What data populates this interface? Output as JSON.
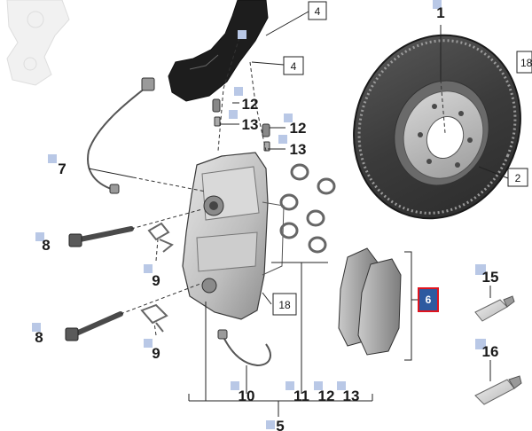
{
  "diagram": {
    "colors": {
      "marker": "#b9c8e6",
      "selected_fill": "#2d5aa0",
      "selected_border": "#e0141e",
      "line": "#222222"
    },
    "callouts": [
      {
        "id": "c1",
        "text": "1",
        "boxed": false
      },
      {
        "id": "c2",
        "text": "2",
        "boxed": true
      },
      {
        "id": "c4a",
        "text": "4",
        "boxed": true
      },
      {
        "id": "c4b",
        "text": "4",
        "boxed": true
      },
      {
        "id": "c5",
        "text": "5",
        "boxed": false
      },
      {
        "id": "c6",
        "text": "6",
        "boxed": true,
        "selected": true
      },
      {
        "id": "c7",
        "text": "7",
        "boxed": false
      },
      {
        "id": "c8a",
        "text": "8",
        "boxed": false
      },
      {
        "id": "c8b",
        "text": "8",
        "boxed": false
      },
      {
        "id": "c9a",
        "text": "9",
        "boxed": false
      },
      {
        "id": "c9b",
        "text": "9",
        "boxed": false
      },
      {
        "id": "c10",
        "text": "10",
        "boxed": false
      },
      {
        "id": "c11",
        "text": "11",
        "boxed": false
      },
      {
        "id": "c12a",
        "text": "12",
        "boxed": false
      },
      {
        "id": "c12b",
        "text": "12",
        "boxed": false
      },
      {
        "id": "c12c",
        "text": "12",
        "boxed": false
      },
      {
        "id": "c13a",
        "text": "13",
        "boxed": false
      },
      {
        "id": "c13b",
        "text": "13",
        "boxed": false
      },
      {
        "id": "c13c",
        "text": "13",
        "boxed": false
      },
      {
        "id": "c15",
        "text": "15",
        "boxed": false
      },
      {
        "id": "c16",
        "text": "16",
        "boxed": false
      },
      {
        "id": "c18a",
        "text": "18",
        "boxed": true
      },
      {
        "id": "c18b",
        "text": "18",
        "boxed": true
      }
    ]
  }
}
